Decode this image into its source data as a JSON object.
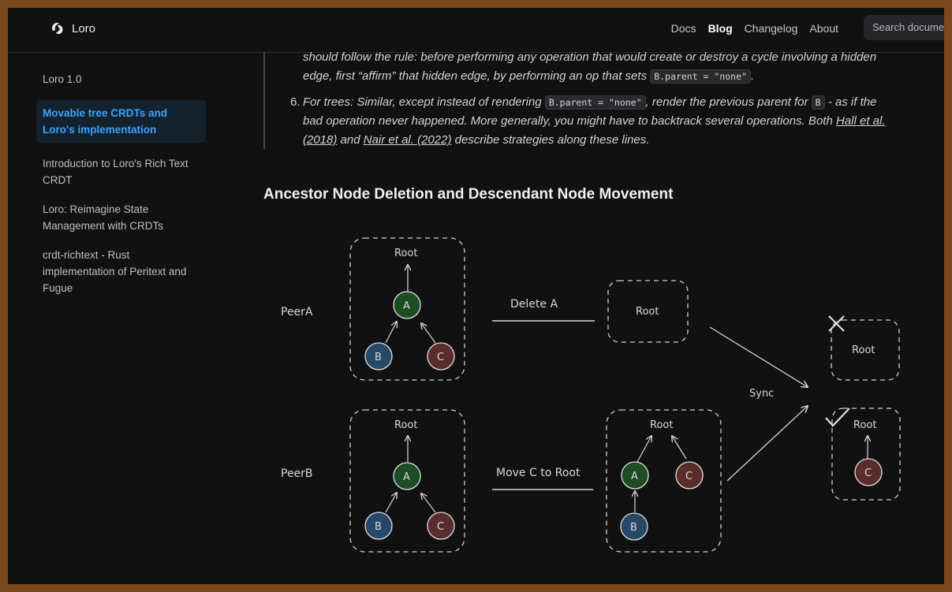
{
  "header": {
    "brand": "Loro",
    "nav": [
      "Docs",
      "Blog",
      "Changelog",
      "About"
    ],
    "active_nav": "Blog",
    "search_placeholder": "Search documentation..."
  },
  "sidebar": {
    "items": [
      {
        "label": "Loro 1.0"
      },
      {
        "label": "Movable tree CRDTs and Loro's implementation",
        "active": true
      },
      {
        "label": "Introduction to Loro's Rich Text CRDT"
      },
      {
        "label": "Loro: Reimagine State Management with CRDTs"
      },
      {
        "label": "crdt-richtext - Rust implementation of Peritext and Fugue"
      }
    ]
  },
  "content": {
    "p_rule_1": "should follow the rule: before performing any operation that would create or destroy a cycle involving a hidden",
    "p_rule_2a": "edge, first “affirm” that hidden edge, by performing an op that sets ",
    "p_rule_code": "B.parent = \"none\"",
    "p_rule_2b": ".",
    "item6_number": "6.",
    "item6_1a": "For trees: Similar, except instead of rendering ",
    "item6_code1": "B.parent = \"none\"",
    "item6_1b": ", render the previous parent for ",
    "item6_code2": "B",
    "item6_1c": " - as if the",
    "item6_2a": "bad operation never happened. More generally, you might have to backtrack several operations. Both ",
    "item6_link1a": "Hall et al.",
    "item6_link1b": "(2018)",
    "item6_3a": " and ",
    "item6_link2": "Nair et al. (2022)",
    "item6_3b": " describe strategies along these lines.",
    "heading": "Ancestor Node Deletion and Descendant Node Movement"
  },
  "diagram": {
    "peer_a": "PeerA",
    "peer_b": "PeerB",
    "root": "Root",
    "node_a": "A",
    "node_b": "B",
    "node_c": "C",
    "delete_label": "Delete A",
    "move_label": "Move C to Root",
    "sync_label": "Sync",
    "colors": {
      "a": "#1d4d24",
      "b": "#26496a",
      "c": "#5a2c2c"
    }
  }
}
